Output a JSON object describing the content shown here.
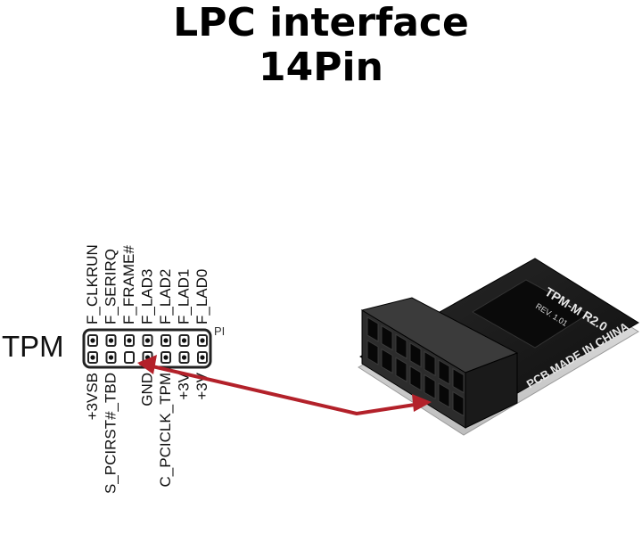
{
  "title": {
    "line1": "LPC interface",
    "line2": "14Pin"
  },
  "header": {
    "label": "TPM",
    "pin_marker": "PI"
  },
  "top_pins": [
    "F_CLKRUN",
    "F_SERIRQ",
    "F_FRAME#",
    "F_LAD3",
    "F_LAD2",
    "F_LAD1",
    "F_LAD0"
  ],
  "bottom_pins": [
    "+3VSB",
    "S_PCIRST#_TBD",
    "",
    "GND",
    "C_PCICLK_TPM",
    "+3V",
    "+3V"
  ],
  "module": {
    "silkscreen_top": "TPM-M R2.0",
    "silkscreen_rev": "REV. 1.01",
    "silkscreen_bottom": "PCB MADE IN CHINA"
  },
  "colors": {
    "arrow": "#b3212a",
    "pcb": "#1a1a1a",
    "connector": "#161616"
  }
}
